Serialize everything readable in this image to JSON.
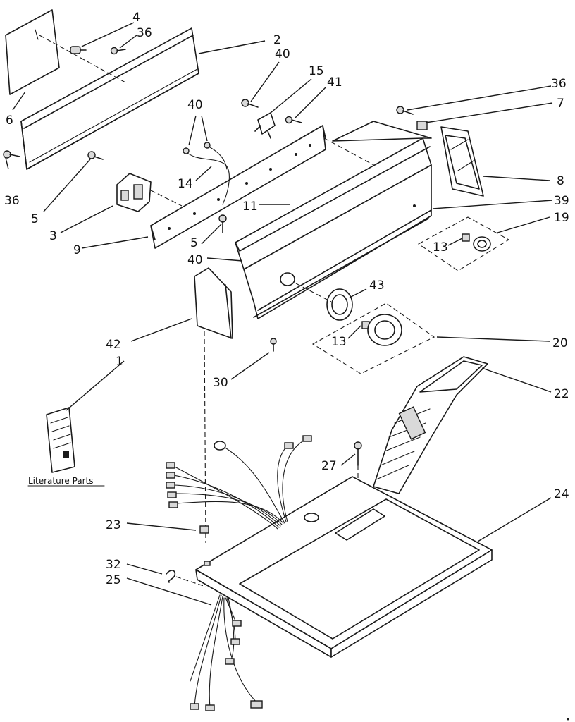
{
  "callouts": {
    "c1": "1",
    "c2": "2",
    "c3": "3",
    "c4": "4",
    "c5a": "5",
    "c5b": "5",
    "c6": "6",
    "c7": "7",
    "c8": "8",
    "c9": "9",
    "c11": "11",
    "c13a": "13",
    "c13b": "13",
    "c14": "14",
    "c15": "15",
    "c19": "19",
    "c20": "20",
    "c22": "22",
    "c23": "23",
    "c24": "24",
    "c25": "25",
    "c27": "27",
    "c30": "30",
    "c32": "32",
    "c36a": "36",
    "c36b": "36",
    "c36c": "36",
    "c39": "39",
    "c40a": "40",
    "c40b": "40",
    "c40c": "40",
    "c41": "41",
    "c42": "42",
    "c43": "43"
  },
  "literature_label": "Literature Parts",
  "colors": {
    "ink": "#1a1a1a",
    "paper": "#ffffff",
    "shade": "#d9d9d9"
  }
}
